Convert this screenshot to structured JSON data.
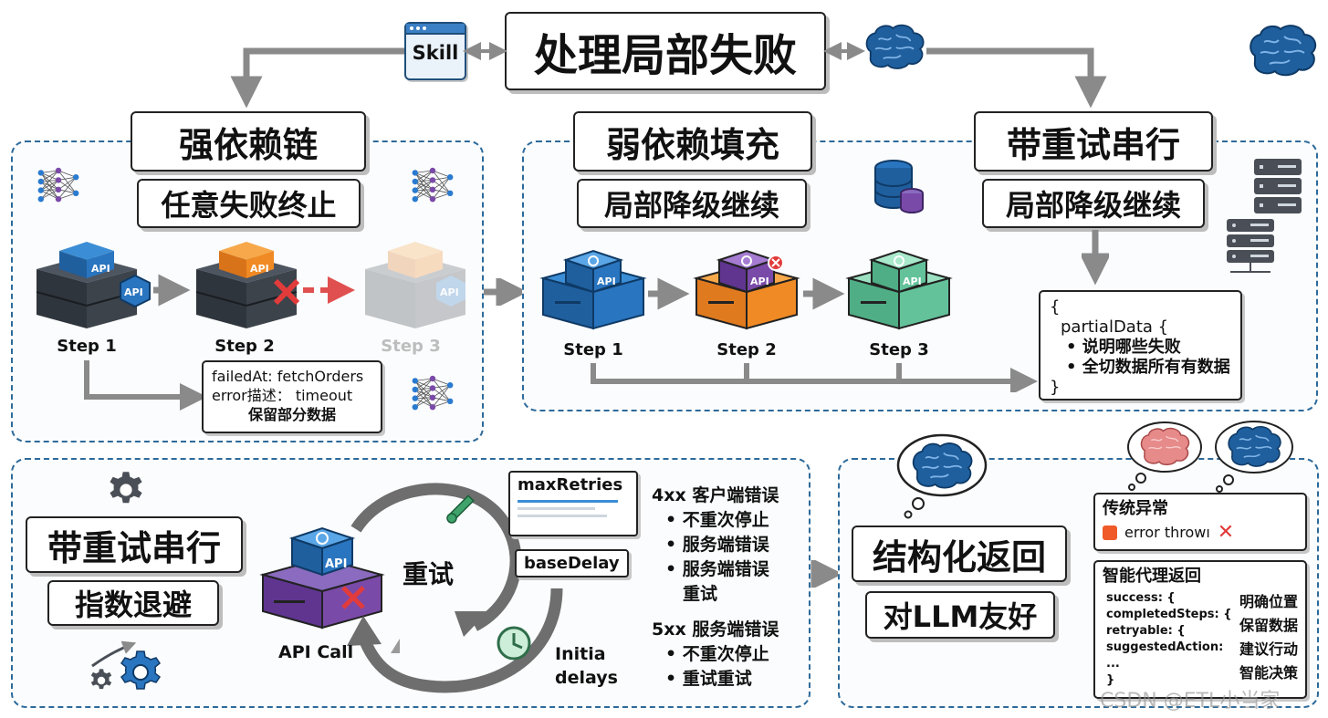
{
  "top": {
    "title": "处理局部失败",
    "skill_label": "Skill"
  },
  "strong_chain": {
    "title": "强依赖链",
    "subtitle": "任意失败终止",
    "steps": [
      "Step 1",
      "Step 2",
      "Step 3"
    ],
    "api_label": "API",
    "info_lines": [
      "failedAt: fetchOrders",
      "error描述： timeout",
      "保留部分数据"
    ]
  },
  "weak_fill": {
    "title": "弱依赖填充",
    "subtitle": "局部降级继续",
    "steps": [
      "Step 1",
      "Step 2",
      "Step 3"
    ],
    "api_label": "API"
  },
  "retry_serial": {
    "title": "带重试串行",
    "subtitle": "局部降级继续",
    "info_lines": [
      "{",
      "partialData {",
      "• 说明哪些失败",
      "• 全切数据所有有数据",
      "}"
    ]
  },
  "bottom_left": {
    "title": "带重试串行",
    "subtitle": "指数退避",
    "api_call_label": "API Call",
    "api_label": "API",
    "retry_label": "重试",
    "max_retries_label": "maxRetries",
    "base_delay_label": "baseDelay",
    "initial_delays_label": [
      "Initia",
      "delays"
    ],
    "client_errors": {
      "heading": "4xx 客户端错误",
      "items": [
        "• 不重次停止",
        "• 服务端错误",
        "• 服务端错误",
        "重试"
      ]
    },
    "server_errors": {
      "heading": "5xx 服务端错误",
      "items": [
        "• 不重次停止",
        "• 重试重试"
      ]
    }
  },
  "bottom_right": {
    "title": "结构化返回",
    "subtitle": "对LLM友好",
    "traditional": {
      "heading": "传统异常",
      "text": "error throwı"
    },
    "agent": {
      "heading": "智能代理返回",
      "code_lines": [
        "success: {",
        "completedSteps: {",
        "retryable: {",
        "suggestedAction:",
        "...",
        "}"
      ],
      "labels": [
        "明确位置",
        "保留数据",
        "建议行动",
        "智能决策"
      ]
    },
    "watermark": "CSDN @ETL小当家"
  },
  "colors": {
    "panel_border": "#2d6a9a",
    "api_blue": "#1f6fb8",
    "api_orange": "#f08a24",
    "api_purple": "#7a4aa8",
    "api_green": "#63c29a",
    "arrow_gray": "#8a8a8a",
    "error_red": "#e23b3b",
    "brain_blue": "#1f5f9e"
  },
  "icons": [
    "skill-window-icon",
    "brain-icon",
    "neural-network-icon",
    "database-icon",
    "server-rack-icon",
    "gear-icon",
    "clock-icon",
    "cross-icon",
    "thought-bubble-icon"
  ]
}
